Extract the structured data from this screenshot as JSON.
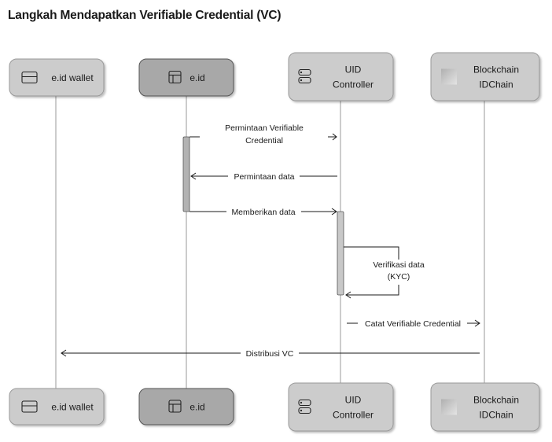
{
  "title": "Langkah Mendapatkan Verifiable Credential (VC)",
  "participants": [
    {
      "id": "wallet",
      "lines": [
        "e.id wallet"
      ],
      "icon": "card-icon",
      "fill": "#cccccc"
    },
    {
      "id": "eid",
      "lines": [
        "e.id"
      ],
      "icon": "layout-icon",
      "fill": "#a8a8a8"
    },
    {
      "id": "uid",
      "lines": [
        "UID",
        "Controller"
      ],
      "icon": "server-icon",
      "fill": "#cccccc"
    },
    {
      "id": "blockchain",
      "lines": [
        "Blockchain",
        "IDChain"
      ],
      "icon": "block-icon",
      "fill": "#cccccc"
    }
  ],
  "messages": [
    {
      "from": "eid",
      "to": "uid",
      "lines": [
        "Permintaan Verifiable",
        "Credential"
      ]
    },
    {
      "from": "uid",
      "to": "eid",
      "lines": [
        "Permintaan data"
      ]
    },
    {
      "from": "eid",
      "to": "uid",
      "lines": [
        "Memberikan data"
      ]
    },
    {
      "from": "uid",
      "to": "uid",
      "lines": [
        "Verifikasi data",
        "(KYC)"
      ]
    },
    {
      "from": "uid",
      "to": "blockchain",
      "lines": [
        "Catat Verifiable Credential"
      ]
    },
    {
      "from": "blockchain",
      "to": "wallet",
      "lines": [
        "Distribusi VC"
      ]
    }
  ]
}
